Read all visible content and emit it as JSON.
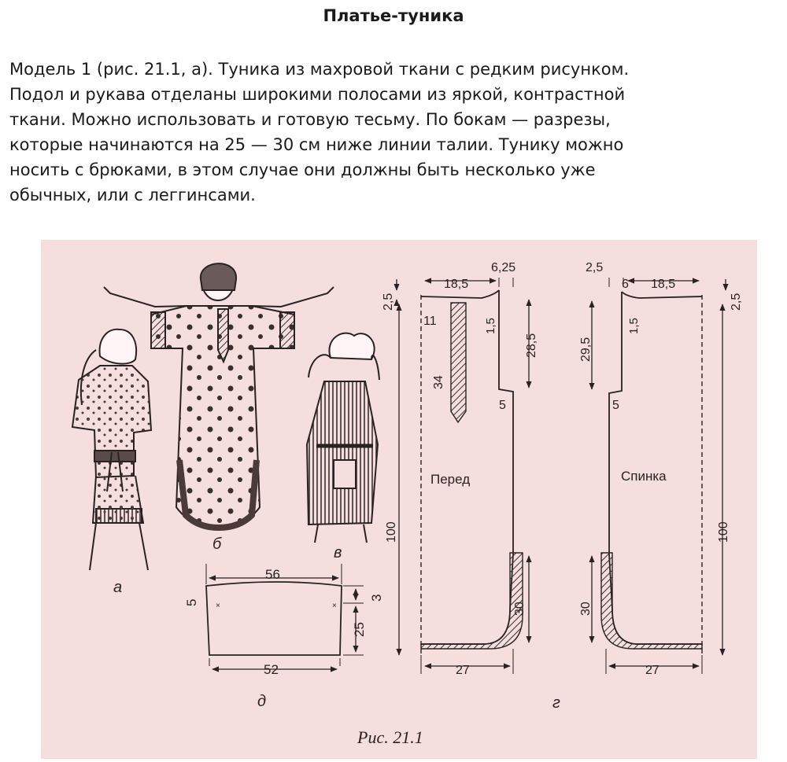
{
  "page": {
    "title": "Платье-туника",
    "paragraph_lines": [
      "Модель 1 (рис. 21.1, а). Туника из махровой ткани с редким рисунком.",
      "Подол и рукава отделаны широкими полосами из яркой, контрастной",
      "ткани. Можно использовать и готовую тесьму. По бокам — разрезы,",
      "которые начинаются на 25 — 30 см ниже линии талии. Тунику можно",
      "носить с брюками, в этом случае они должны быть несколько уже",
      "обычных, или с леггинсами."
    ]
  },
  "figure": {
    "caption": "Рис. 21.1",
    "letters": {
      "a": "а",
      "b": "б",
      "v": "в",
      "g": "г",
      "d": "д"
    },
    "front": {
      "label": "Перед",
      "dims": {
        "top_width": "18,5",
        "top_offset": "6,25",
        "shoulder_drop": "2,5",
        "neck_depth": "11",
        "placket": "34",
        "sleeve_mark": "1,5",
        "armhole": "28,5",
        "side_mark": "5",
        "length": "100",
        "slit": "30",
        "hem": "27"
      }
    },
    "back": {
      "label": "Спинка",
      "dims": {
        "top_offset": "2,5",
        "neck_width": "6",
        "top_width": "18,5",
        "shoulder_drop": "2,5",
        "sleeve_mark": "1,5",
        "armhole": "29,5",
        "side_mark": "5",
        "length": "100",
        "slit": "30",
        "hem": "27"
      }
    },
    "sleeve": {
      "top": "56",
      "bottom": "52",
      "left_height": "5",
      "right_top": "3",
      "right_height": "25"
    }
  }
}
